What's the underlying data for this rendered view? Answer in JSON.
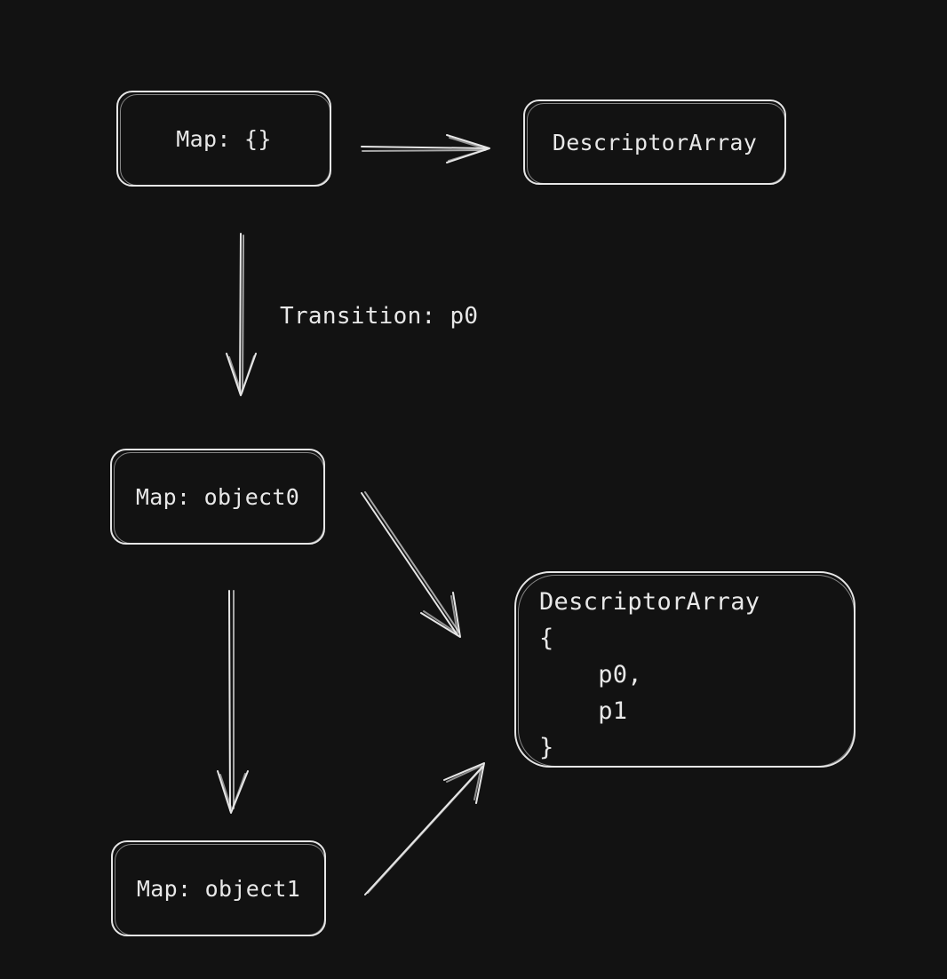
{
  "nodes": {
    "map_empty": "Map: {}",
    "descriptor_top": "DescriptorArray",
    "map_object0": "Map: object0",
    "map_object1": "Map: object1",
    "descriptor_big": {
      "title": "DescriptorArray",
      "open": "{",
      "item0": "    p0,",
      "item1": "    p1",
      "close": "}"
    }
  },
  "edges": {
    "transition_label": "Transition: p0"
  },
  "colors": {
    "background": "#121212",
    "stroke": "#e6e6e6",
    "text": "#e8e8e8"
  }
}
